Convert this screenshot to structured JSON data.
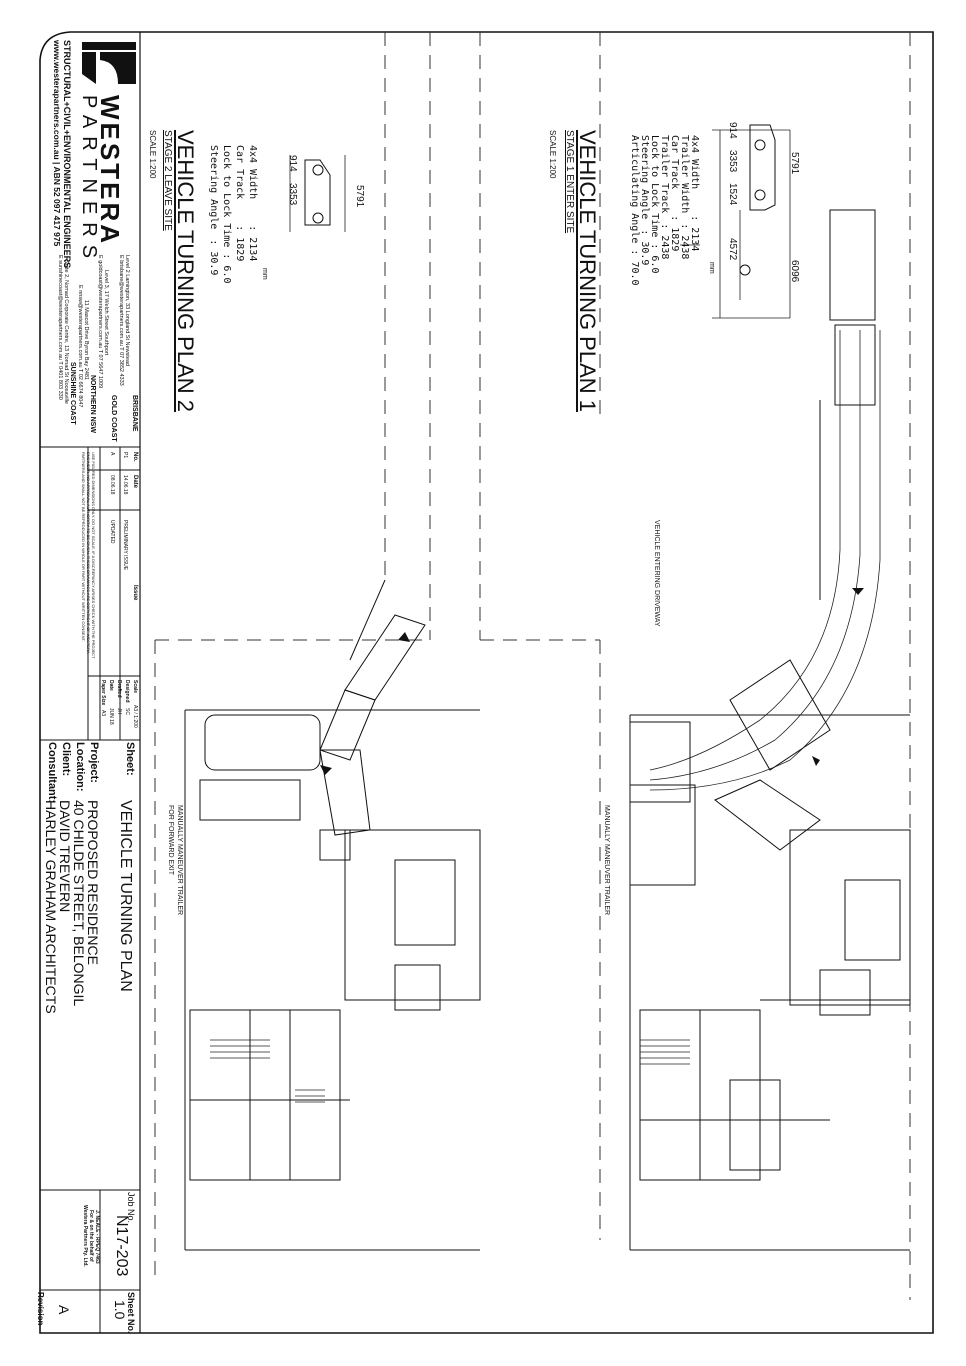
{
  "firm": {
    "name": "WESTERA",
    "name2": "PARTNERS",
    "tagline": "STRUCTURAL+CIVIL+ENVIRONMENTAL ENGINEERS",
    "web": "www.westerapartners.com.au | ABN 52 097 417 975",
    "offices": [
      {
        "name": "BRISBANE",
        "l1": "Level 2 Lamington, 33 Longland St Newstead",
        "l2": "E brisbane@westerapartners.com.au  T 07 3852 4333"
      },
      {
        "name": "GOLD COAST",
        "l1": "Level 3, 17 Welch Street Southport",
        "l2": "E goldcoast@westerapartners.com.au  T 07 5647 1009"
      },
      {
        "name": "NORTHERN NSW",
        "l1": "11 Mascot Drive Byron Bay 2481",
        "l2": "E nnsw@westerapartners.com.au  T 02 6674 8047"
      },
      {
        "name": "SUNSHINE COAST",
        "l1": "Suite 2, Nomad Corporate Centre, 13 Nomad St Noosaville",
        "l2": "E sunshinecoast@westerapartners.com.au  T 0401 803 330"
      }
    ]
  },
  "plan1": {
    "title": "VEHICLE TURNING PLAN 1",
    "subtitle": "STAGE 1 ENTER SITE",
    "scale": "SCALE 1:200",
    "units": "mm",
    "specs": [
      {
        "label": "4x4 Width",
        "value": ": 2134"
      },
      {
        "label": "Trailer Width",
        "value": ": 2438"
      },
      {
        "label": "Car Track",
        "value": ": 1829"
      },
      {
        "label": "Trailer Track",
        "value": ": 2438"
      },
      {
        "label": "Lock to Lock Time",
        "value": ": 6.0"
      },
      {
        "label": "Steering Angle",
        "value": ": 30.9"
      },
      {
        "label": "Articulating Angle",
        "value": ": 70.0"
      }
    ],
    "dims": {
      "overall": "6096",
      "car": "5791",
      "a": "914",
      "b": "3353",
      "c": "1524",
      "d": "4572"
    },
    "note_driveway": "VEHICLE ENTERING DRIVEWAY",
    "note_trailer": "MANUALLY MANEUVER TRAILER"
  },
  "plan2": {
    "title": "VEHICLE TURNING PLAN 2",
    "subtitle": "STAGE 2 LEAVE SITE",
    "scale": "SCALE 1:200",
    "units": "mm",
    "specs": [
      {
        "label": "4x4 Width",
        "value": ": 2134"
      },
      {
        "label": "Car Track",
        "value": ": 1829"
      },
      {
        "label": "Lock to Lock Time",
        "value": ": 6.0"
      },
      {
        "label": "Steering Angle",
        "value": ": 30.9"
      }
    ],
    "dims": {
      "car": "5791",
      "a": "914",
      "b": "3353"
    },
    "note_trailer_1": "MANUALLY MANEUVER TRAILER",
    "note_trailer_2": "FOR FORWARD EXIT"
  },
  "revisions": {
    "headers": {
      "no": "No.",
      "date": "Date",
      "issue": "Issue"
    },
    "rows": [
      {
        "no": "P1",
        "date": "14.06.18",
        "issue": "PRELIMINARY ISSUE"
      },
      {
        "no": "A",
        "date": "08.06.18",
        "issue": "UPDATED"
      }
    ],
    "disclaimer": "USE FIGURED DIMENSIONS ONLY. DO NOT SCALE. IF A DISCREPANCY ARISES CHECK WITH THE PROJECT ENGINEER. NO APPROVAL AUTHORITY TO BE GIVEN. THESE DRAWINGS ARE COPYRIGHT OF WESTERA PARTNERS AND SHALL NOT BE REPRODUCED IN WHOLE OR PART WITHOUT WRITTEN CONSENT."
  },
  "meta": {
    "scale_label": "Scale",
    "scale_value": "A3 / 1:200",
    "designed_label": "Designed",
    "designed_value": "SC",
    "drafted_label": "Drafted",
    "drafted_value": "JH",
    "date_label": "Date",
    "date_value": "JUN 18",
    "paper_label": "Paper Size",
    "paper_value": "A3"
  },
  "sheet": {
    "sheet_label": "Sheet:",
    "sheet_value": "VEHICLE TURNING PLAN",
    "project_label": "Project:",
    "project_value": "PROPOSED RESIDENCE",
    "location_label": "Location:",
    "location_value": "40 CHILDE STREET, BELONGIL",
    "client_label": "Client:",
    "client_value": "DAVID TREVERN",
    "consultant_label": "Consultant:",
    "consultant_value": "HARLEY GRAHAM ARCHITECTS"
  },
  "job": {
    "job_label": "Job No.",
    "job_value": "N17-203",
    "sheetno_label": "Sheet No.",
    "sheetno_value": "1.0",
    "rev_label": "Revision",
    "rev_value": "A",
    "cert_1": "J. NEALE - RPEQ 7463",
    "cert_2": "For & on the behalf of",
    "cert_3": "Westera Partners Pty. Ltd."
  }
}
